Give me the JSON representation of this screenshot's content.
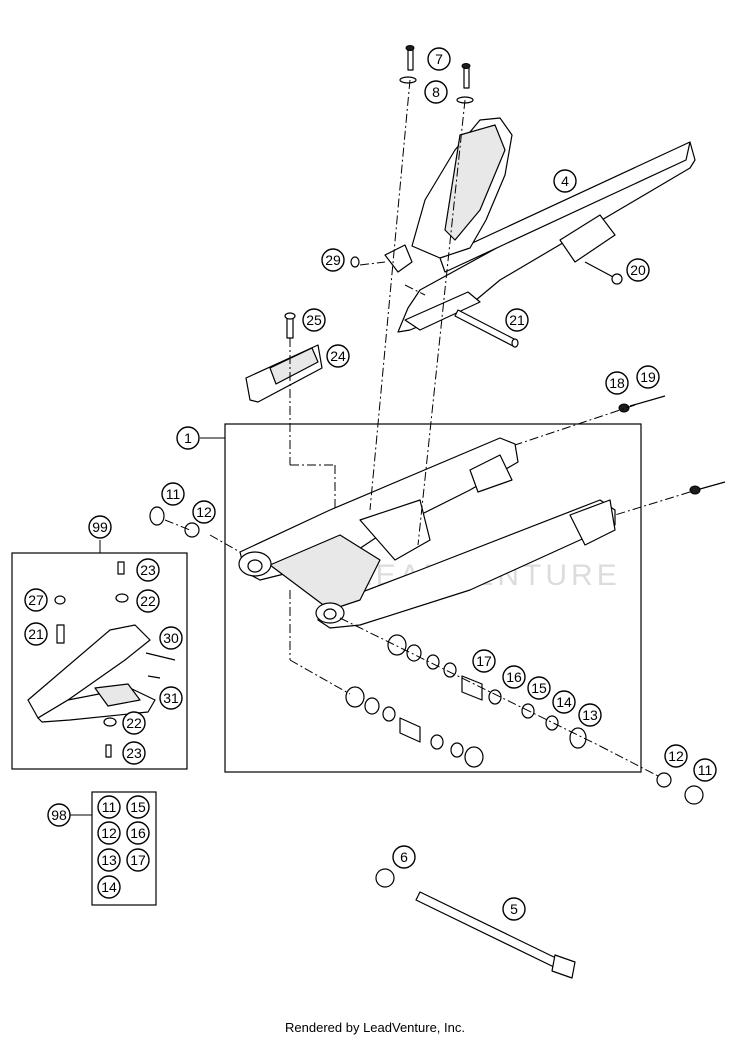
{
  "footer": "Rendered by LeadVenture, Inc.",
  "watermark": "LEADVENTURE",
  "colors": {
    "line": "#000000",
    "background": "#ffffff",
    "watermark": "#d9d9d9"
  },
  "callouts": {
    "c7": "7",
    "c8": "8",
    "c4": "4",
    "c29": "29",
    "c20": "20",
    "c21a": "21",
    "c25": "25",
    "c24": "24",
    "c18": "18",
    "c19": "19",
    "c1": "1",
    "c11a": "11",
    "c12a": "12",
    "c99": "99",
    "c23a": "23",
    "c27": "27",
    "c22a": "22",
    "c21b": "21",
    "c30": "30",
    "c31": "31",
    "c22b": "22",
    "c23b": "23",
    "c17a": "17",
    "c16a": "16",
    "c15a": "15",
    "c14a": "14",
    "c13a": "13",
    "c12b": "12",
    "c11b": "11",
    "c98": "98",
    "c6": "6",
    "c5": "5"
  },
  "kit98": [
    "11",
    "15",
    "12",
    "16",
    "13",
    "17",
    "14"
  ]
}
